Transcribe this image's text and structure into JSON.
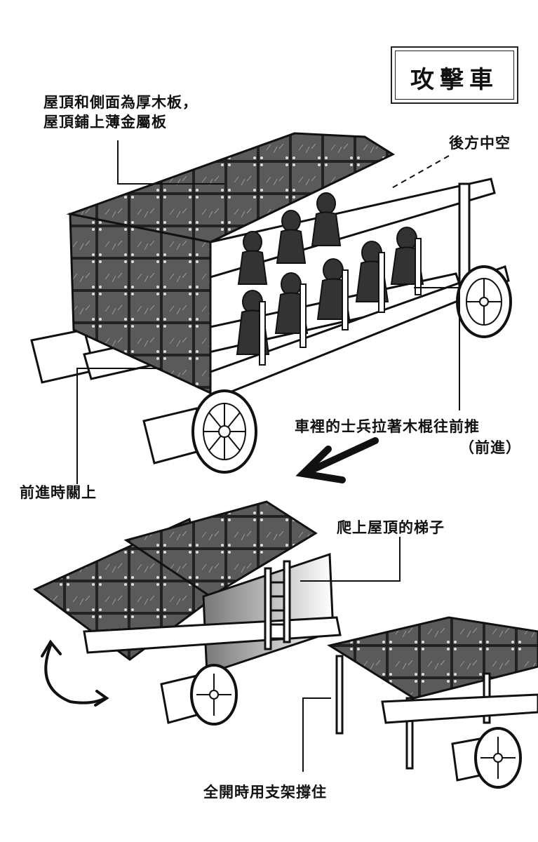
{
  "title": "攻擊車",
  "labels": {
    "roof_line1": "屋頂和側面為厚木板，",
    "roof_line2": "屋頂鋪上薄金屬板",
    "rear_hollow": "後方中空",
    "soldiers_line1": "車裡的士兵拉著木棍往前推",
    "soldiers_line2": "（前進）",
    "closed_forward": "前進時關上",
    "ladder": "爬上屋頂的梯子",
    "open_support": "全開時用支架撐住"
  }
}
